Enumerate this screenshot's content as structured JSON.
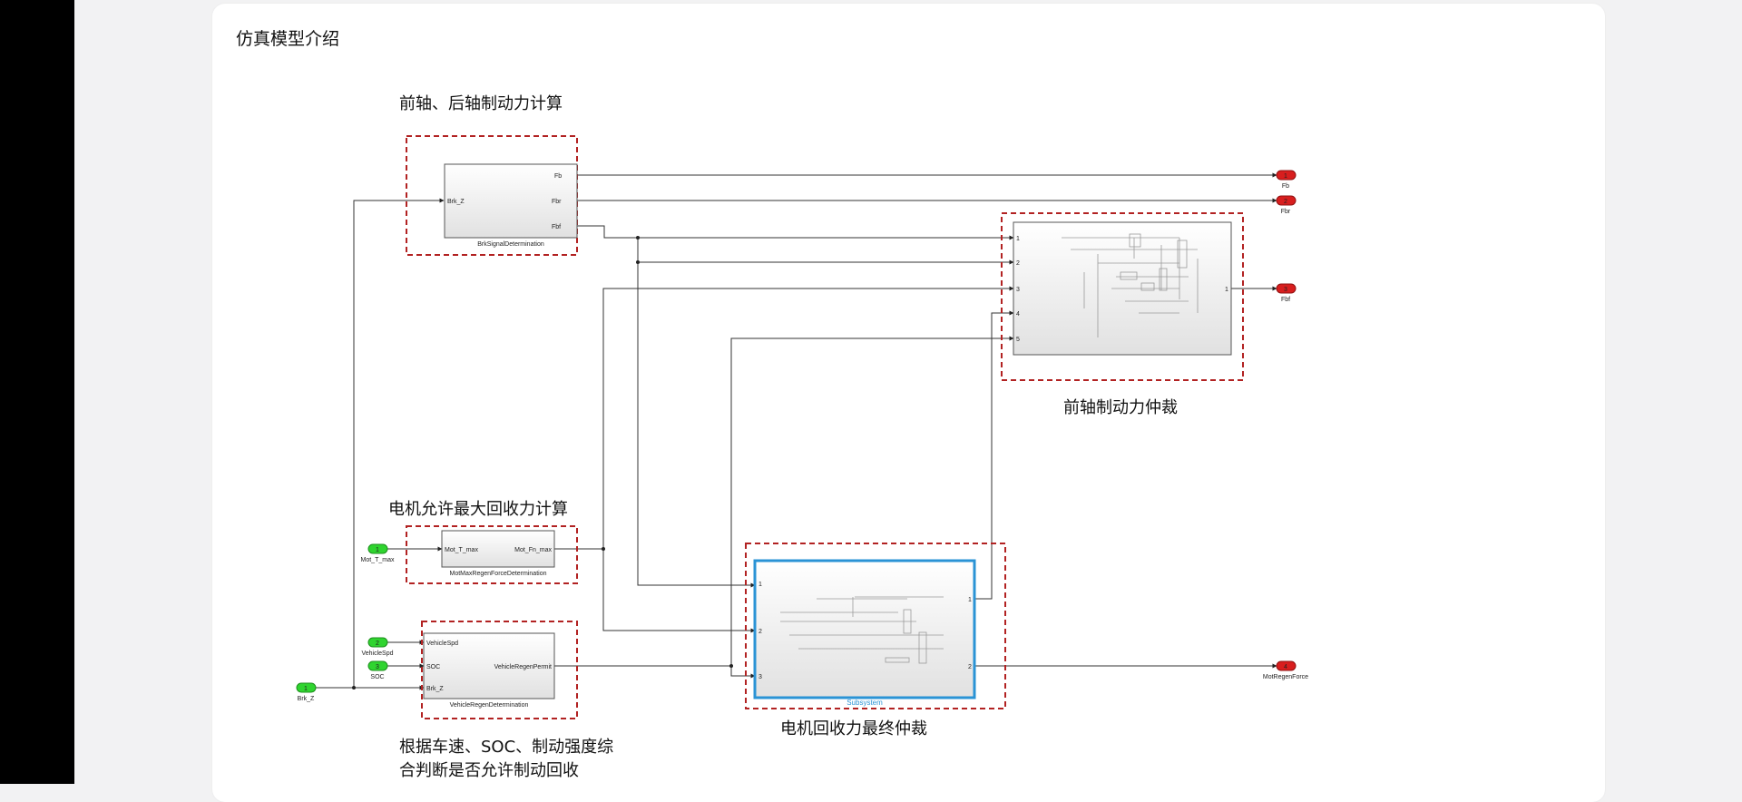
{
  "page": {
    "title": "仿真模型介绍"
  },
  "annotations": {
    "brake_calc": "前轴、后轴制动力计算",
    "front_arb": "前轴制动力仲裁",
    "motor_max": "电机允许最大回收力计算",
    "final_arb": "电机回收力最终仲裁",
    "regen_line1": "根据车速、SOC、制动强度综",
    "regen_line2": "合判断是否允许制动回收"
  },
  "blocks": {
    "brk_signal": {
      "name": "BrkSignalDetermination",
      "in1": "Brk_Z",
      "out1": "Fb",
      "out2": "Fbr",
      "out3": "Fbf"
    },
    "front_sub": {
      "in1": "1",
      "in2": "2",
      "in3": "3",
      "in4": "4",
      "in5": "5",
      "out1": "1"
    },
    "mot_max": {
      "name": "MotMaxRegenForceDetermination",
      "in1": "Mot_T_max",
      "out1": "Mot_Fn_max"
    },
    "veh_regen": {
      "name": "VehicleRegenDetermination",
      "in1": "VehicleSpd",
      "in2": "SOC",
      "in3": "Brk_Z",
      "out1": "VehicleRegenPermit"
    },
    "subsystem": {
      "name": "Subsystem",
      "in1": "1",
      "in2": "2",
      "in3": "3",
      "out1": "1",
      "out2": "2"
    }
  },
  "ports": {
    "inports": [
      {
        "num": "1",
        "label": "Mot_T_max"
      },
      {
        "num": "2",
        "label": "VehicleSpd"
      },
      {
        "num": "3",
        "label": "SOC"
      },
      {
        "num": "1",
        "label": "Brk_Z"
      }
    ],
    "outports": [
      {
        "num": "1",
        "label": "Fb"
      },
      {
        "num": "2",
        "label": "Fbr"
      },
      {
        "num": "3",
        "label": "Fbf"
      },
      {
        "num": "4",
        "label": "MotRegenForce"
      }
    ]
  },
  "colors": {
    "annotation_box": "#b22222",
    "inport": "#2fd42f",
    "outport": "#d81e1e",
    "selected": "#2a93d5"
  }
}
